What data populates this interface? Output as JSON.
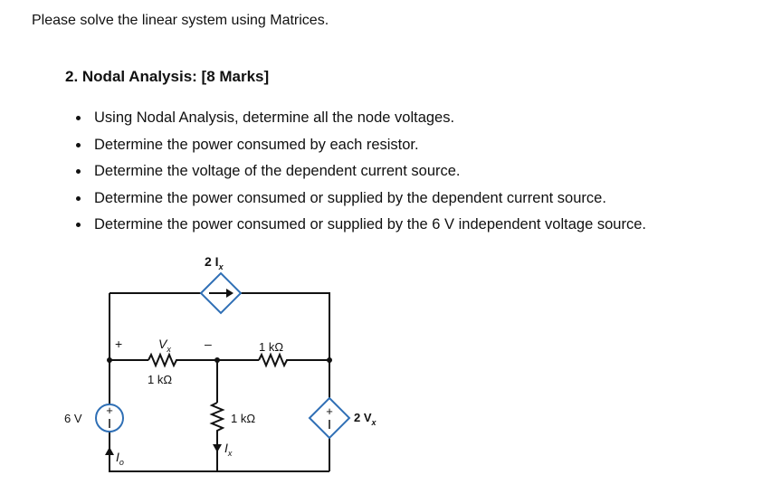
{
  "intro": "Please solve the linear system using Matrices.",
  "heading": "2. Nodal Analysis: [8 Marks]",
  "tasks": [
    "Using Nodal Analysis, determine all the node voltages.",
    "Determine the power consumed by each resistor.",
    "Determine the voltage of the dependent current source.",
    "Determine the power consumed or supplied by the dependent current source.",
    "Determine the power consumed or supplied by the 6 V independent voltage source."
  ],
  "circuit": {
    "dep_current_label": "2 I",
    "dep_current_sub": "x",
    "vx_plus": "+",
    "vx_label": "V",
    "vx_sub": "x",
    "vx_minus": "–",
    "r1_label": "1 kΩ",
    "r2_label": "1 kΩ",
    "r3_label": "1 kΩ",
    "source_label": "6 V",
    "io_label": "I",
    "io_sub": "o",
    "ix_label": "I",
    "ix_sub": "x",
    "dep_voltage_label": "2 V",
    "dep_voltage_sub": "x"
  }
}
